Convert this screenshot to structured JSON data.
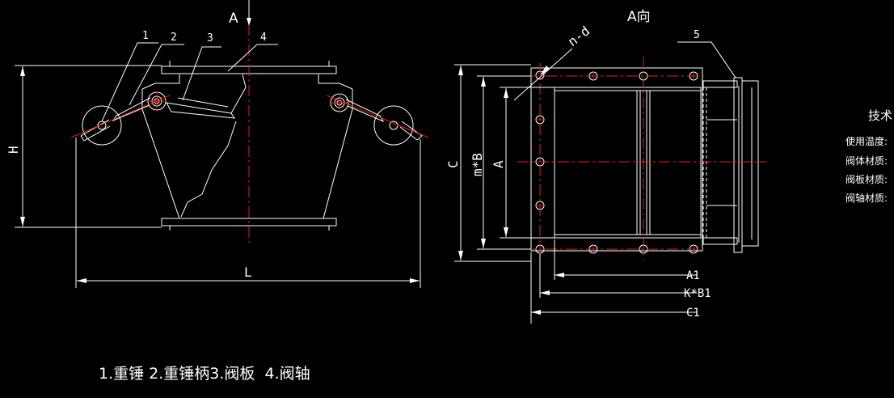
{
  "view_a_arrow_label": "A",
  "view_a_title": "A向",
  "dims": {
    "H": "H",
    "L": "L",
    "C": "C",
    "mB": "m*B",
    "A": "A",
    "A1": "A1",
    "KB1": "K*B1",
    "C1": "C1",
    "nd": "n-d"
  },
  "callouts": [
    "1",
    "2",
    "3",
    "4",
    "5"
  ],
  "tech_title": "技术",
  "tech_lines": [
    "使用温度:",
    "阀体材质:",
    "阀板材质:",
    "阀轴材质:"
  ],
  "legend": "1.重锤 2.重锤柄3.阀板  4.阀轴",
  "colors": {
    "outline": "#ffffff",
    "centerline": "#e02020",
    "background": "#000000"
  }
}
